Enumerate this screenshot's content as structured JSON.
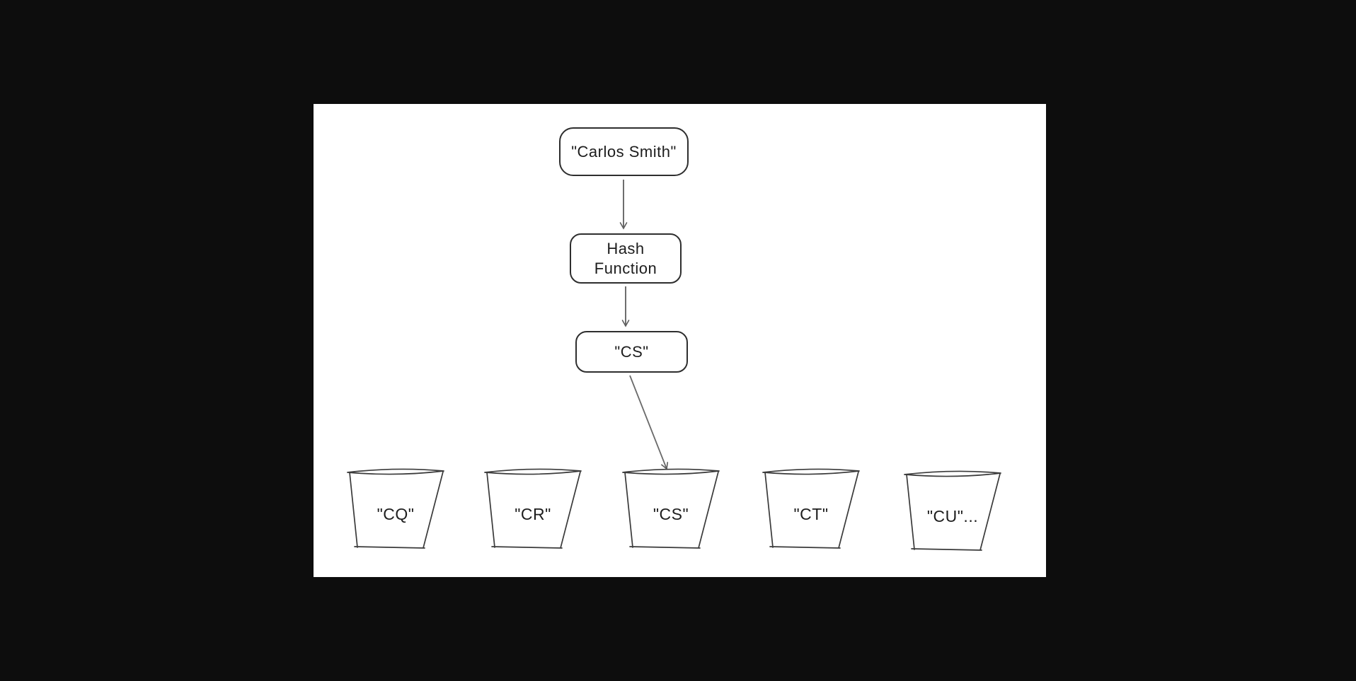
{
  "page": {
    "background_color": "#0d0d0d",
    "canvas_background_color": "#ffffff"
  },
  "colors": {
    "node_stroke": "#2e2e2e",
    "arrow_stroke": "#5e5e5e",
    "text": "#1d1d1d"
  },
  "flow": {
    "input_label": "\"Carlos Smith\"",
    "hash_label": "Hash\nFunction",
    "output_label": "\"CS\""
  },
  "arrows": [
    {
      "name": "input-to-hash",
      "from": "carlos-smith",
      "to": "hash-function"
    },
    {
      "name": "hash-to-output",
      "from": "hash-function",
      "to": "cs-output"
    },
    {
      "name": "output-to-bucket",
      "from": "cs-output",
      "to": "bucket-cs"
    }
  ],
  "buckets": [
    {
      "label": "\"CQ\""
    },
    {
      "label": "\"CR\""
    },
    {
      "label": "\"CS\""
    },
    {
      "label": "\"CT\""
    },
    {
      "label": "\"CU\"..."
    }
  ]
}
